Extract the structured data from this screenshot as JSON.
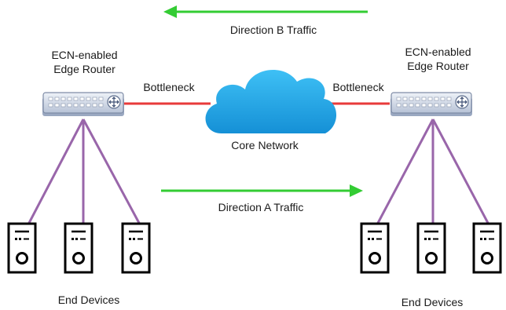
{
  "labels": {
    "direction_b": "Direction B Traffic",
    "direction_a": "Direction A Traffic",
    "core_network": "Core Network",
    "bottleneck_left": "Bottleneck",
    "bottleneck_right": "Bottleneck",
    "left_router_line1": "ECN-enabled",
    "left_router_line2": "Edge Router",
    "right_router_line1": "ECN-enabled",
    "right_router_line2": "Edge Router",
    "left_devices": "End Devices",
    "right_devices": "End Devices"
  },
  "colors": {
    "arrow": "#33cc33",
    "bottleneck_link": "#e83a3a",
    "device_link": "#9966aa",
    "cloud": "#1aa3e8",
    "router_body": "#cdd6e6",
    "router_border": "#8a96ad"
  },
  "icons": {
    "router": "router-icon",
    "cloud": "cloud-icon",
    "device": "computer-tower-icon"
  }
}
